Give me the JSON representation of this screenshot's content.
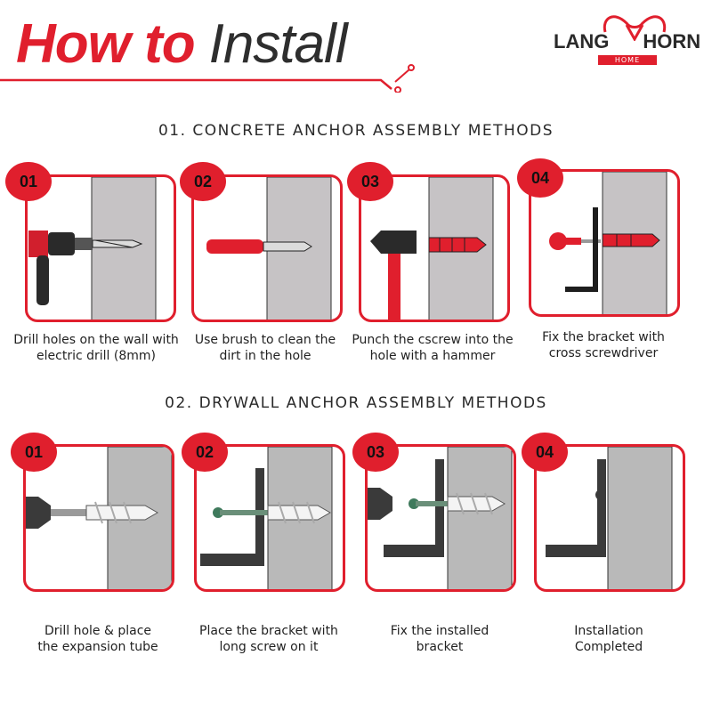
{
  "header": {
    "title_part1": "How to",
    "title_part2": "Install",
    "brand_left": "LANG",
    "brand_right": "HORN",
    "brand_sub": "HOME"
  },
  "sections": [
    {
      "title": "01. CONCRETE ANCHOR ASSEMBLY METHODS",
      "steps": [
        {
          "number": "01",
          "caption_line1": "Drill holes on the wall with",
          "caption_line2": "electric drill (8mm)"
        },
        {
          "number": "02",
          "caption_line1": "Use brush to clean the",
          "caption_line2": "dirt in the hole"
        },
        {
          "number": "03",
          "caption_line1": "Punch the cscrew into the",
          "caption_line2": "hole with a hammer"
        },
        {
          "number": "04",
          "caption_line1": "Fix the bracket with",
          "caption_line2": "cross screwdriver"
        }
      ]
    },
    {
      "title": "02. DRYWALL ANCHOR ASSEMBLY METHODS",
      "steps": [
        {
          "number": "01",
          "caption_line1": "Drill hole & place",
          "caption_line2": "the expansion tube"
        },
        {
          "number": "02",
          "caption_line1": "Place the bracket with",
          "caption_line2": "long screw on it"
        },
        {
          "number": "03",
          "caption_line1": "Fix the installed",
          "caption_line2": "bracket"
        },
        {
          "number": "04",
          "caption_line1": "Installation",
          "caption_line2": "Completed"
        }
      ]
    }
  ],
  "colors": {
    "accent": "#e01f2d",
    "dark": "#2e2e2e",
    "wall_concrete": "#c6c3c5",
    "wall_drywall": "#b9b9b9"
  }
}
